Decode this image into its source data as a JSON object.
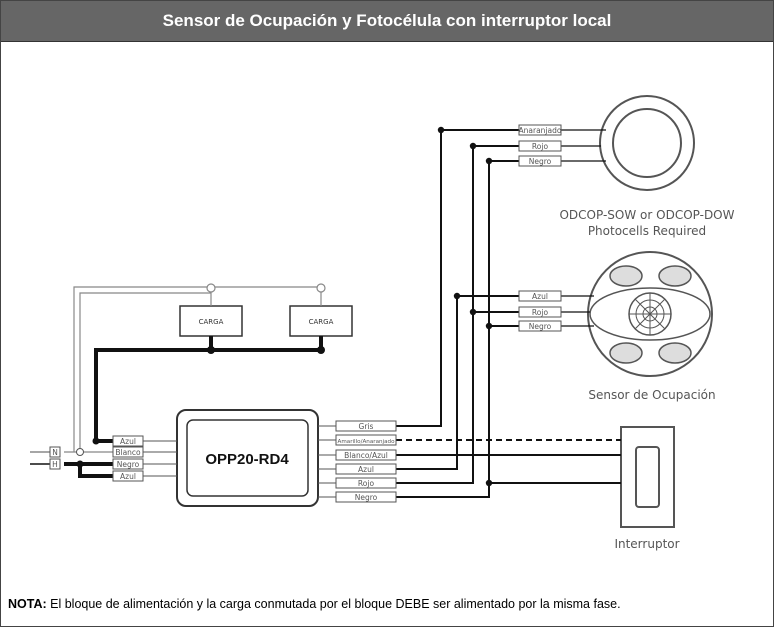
{
  "title": "Sensor de Ocupación y Fotocélula con interruptor local",
  "module": {
    "name": "OPP20-RD4"
  },
  "loads": [
    "CARGA",
    "CARGA"
  ],
  "input_wires": [
    "Azul",
    "Blanco",
    "Negro",
    "Azul"
  ],
  "terminals": [
    "N",
    "H"
  ],
  "output_wires": [
    "Gris",
    "Amarillo/Anaranjado",
    "Blanco/Azul",
    "Azul",
    "Rojo",
    "Negro"
  ],
  "photocell": {
    "wires": [
      "Anaranjado",
      "Rojo",
      "Negro"
    ],
    "caption_line1": "ODCOP-SOW or ODCOP-DOW",
    "caption_line2": "Photocells Required"
  },
  "sensor": {
    "wires": [
      "Azul",
      "Rojo",
      "Negro"
    ],
    "caption": "Sensor de Ocupación"
  },
  "switch": {
    "caption": "Interruptor"
  },
  "note": {
    "prefix": "NOTA:",
    "text": " El bloque de alimentación y la carga conmutada por el bloque DEBE ser alimentado por la misma fase."
  }
}
